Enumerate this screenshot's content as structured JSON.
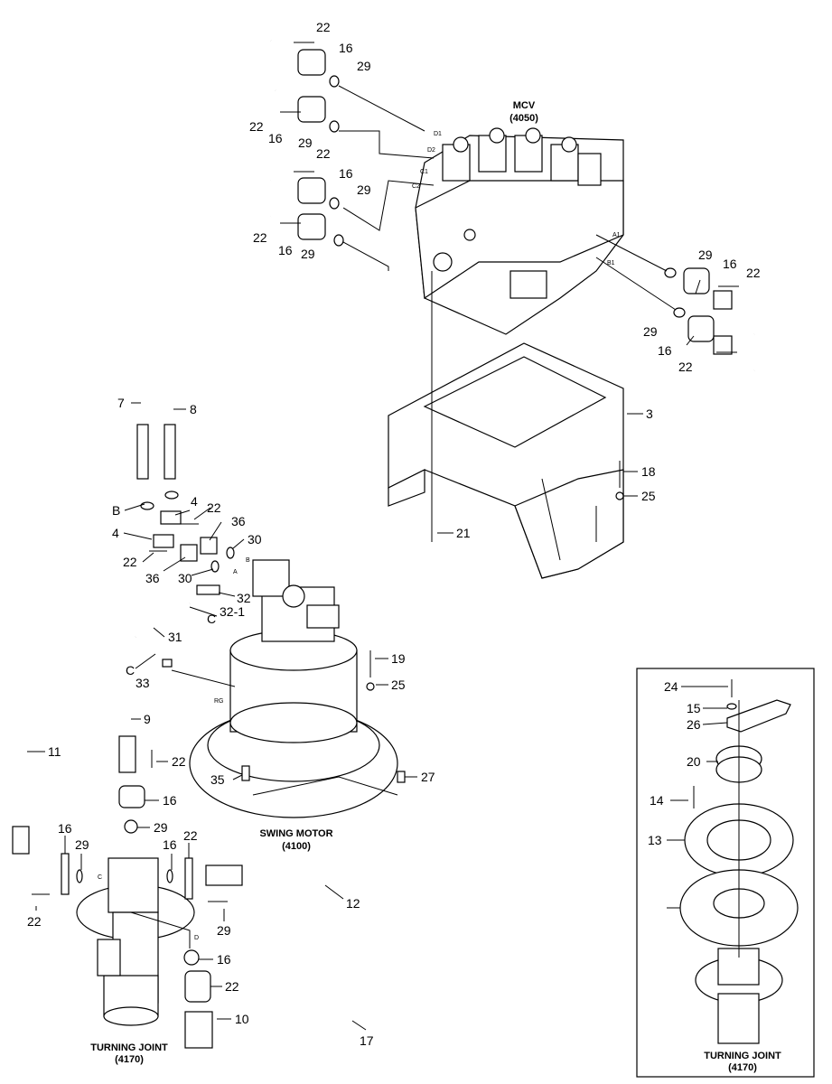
{
  "labels": {
    "mcv": {
      "name": "MCV",
      "code": "(4050)"
    },
    "swing_motor": {
      "name": "SWING MOTOR",
      "code": "(4100)"
    },
    "turning_joint": {
      "name": "TURNING JOINT",
      "code": "(4170)"
    },
    "inset_turning_joint": {
      "name": "TURNING JOINT",
      "code": "(4170)"
    }
  },
  "ports": [
    "D1",
    "D2",
    "C1",
    "C2",
    "A1",
    "B1",
    "A",
    "B",
    "C",
    "D",
    "RG"
  ],
  "callouts": [
    "22",
    "16",
    "29",
    "22",
    "16",
    "29",
    "22",
    "16",
    "29",
    "22",
    "16",
    "29",
    "29",
    "16",
    "22",
    "29",
    "16",
    "22",
    "3",
    "18",
    "25",
    "21",
    "7",
    "8",
    "B",
    "4",
    "22",
    "4",
    "36",
    "22",
    "36",
    "30",
    "30",
    "32",
    "32-1",
    "C",
    "31",
    "C",
    "33",
    "19",
    "25",
    "9",
    "22",
    "16",
    "35",
    "27",
    "11",
    "16",
    "29",
    "29",
    "16",
    "22",
    "22",
    "29",
    "16",
    "22",
    "10",
    "12",
    "17",
    "24",
    "15",
    "26",
    "20",
    "14",
    "13"
  ]
}
